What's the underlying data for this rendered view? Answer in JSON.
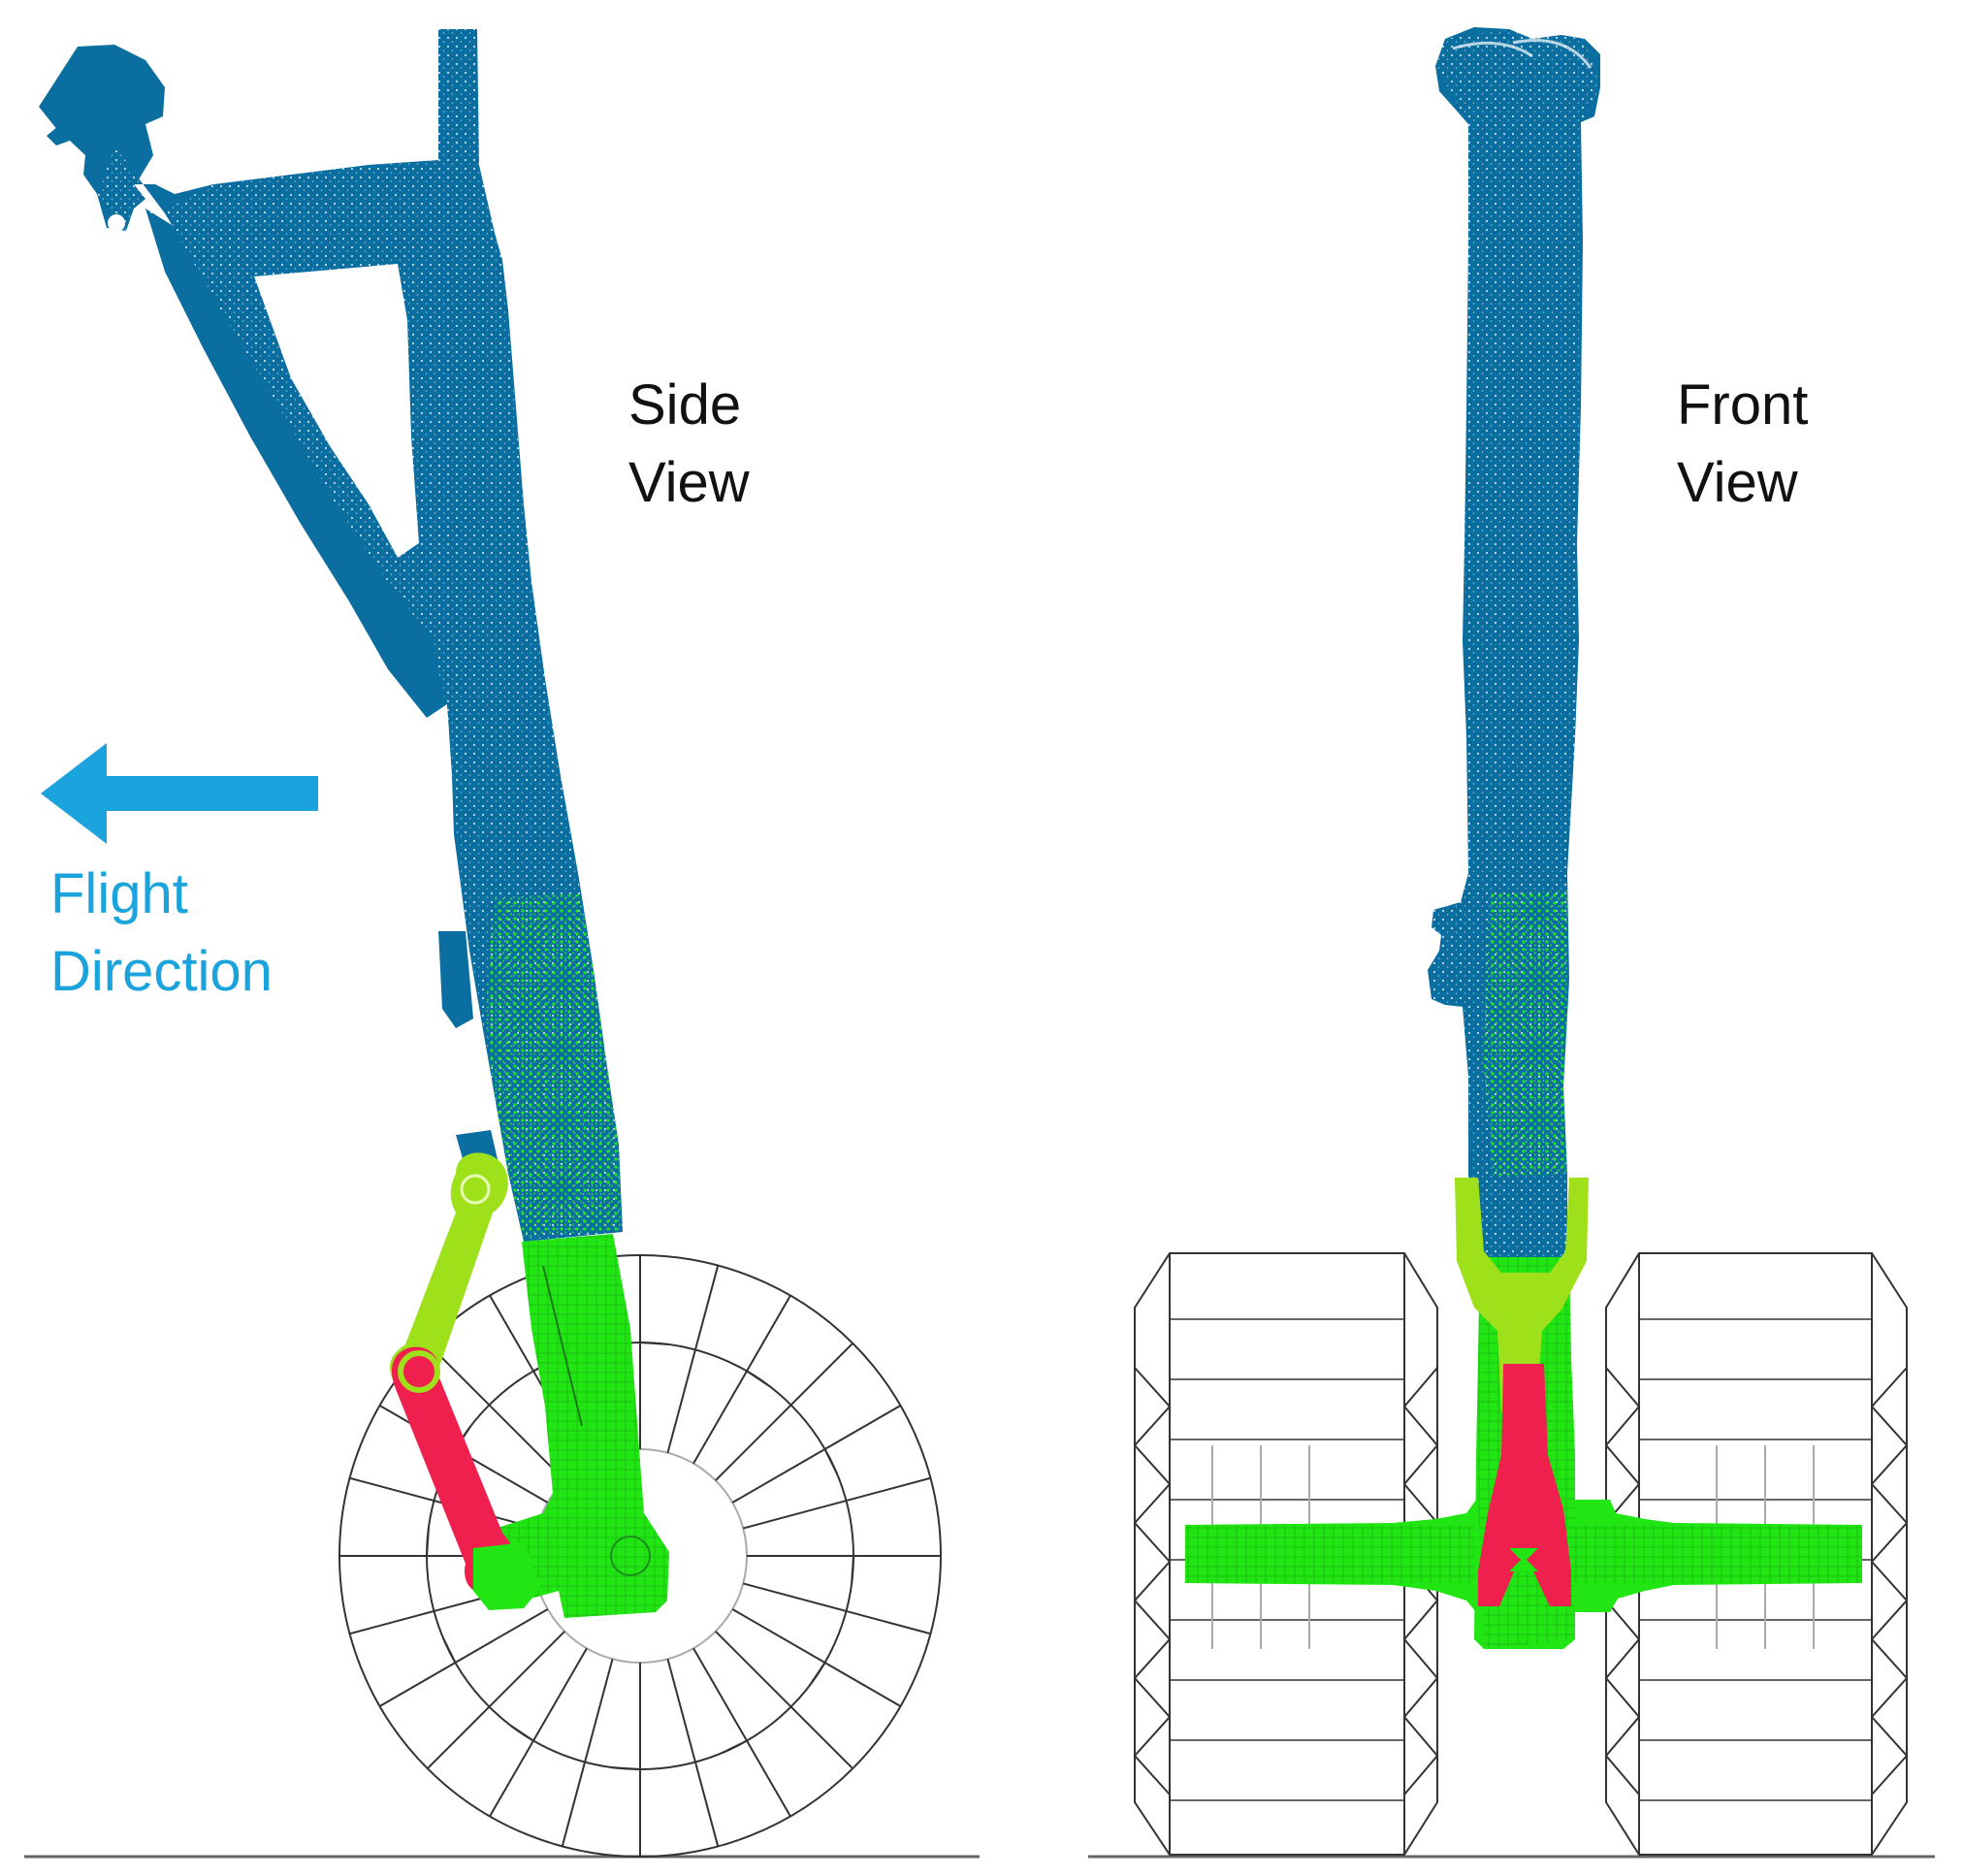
{
  "colors": {
    "strut_blue": "#0a6fa0",
    "cylinder_green": "#22e614",
    "torque_link_yellow_green": "#9ee01a",
    "torque_link_red": "#ef1f4e",
    "arrow_cyan": "#1aa3dc",
    "wheel_wire": "#333333",
    "ground": "#666666",
    "text": "#111111"
  },
  "side_view": {
    "label_line1": "Side",
    "label_line2": "View"
  },
  "front_view": {
    "label_line1": "Front",
    "label_line2": "View"
  },
  "flight_direction": {
    "label_line1": "Flight",
    "label_line2": "Direction",
    "icon": "left-arrow-icon"
  }
}
